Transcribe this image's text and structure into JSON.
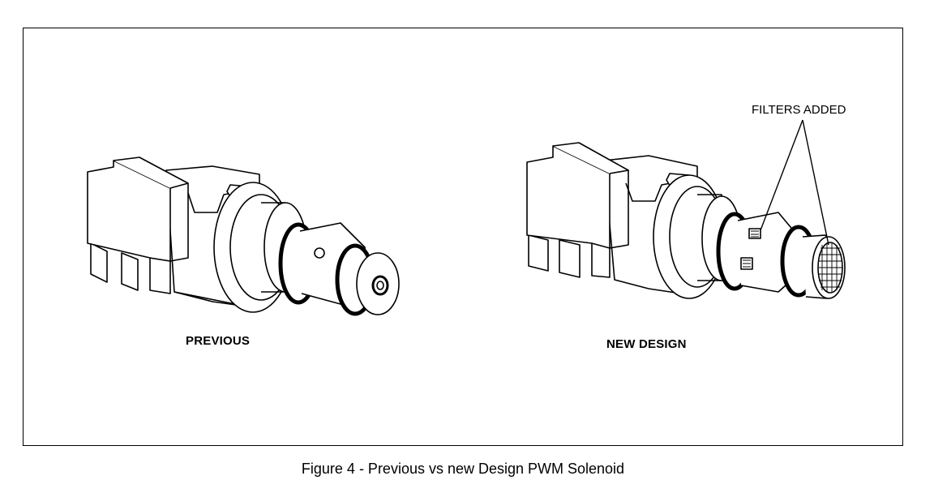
{
  "figure": {
    "caption": "Figure 4 - Previous vs new Design PWM Solenoid",
    "labels": {
      "previous": "PREVIOUS",
      "new_design": "NEW DESIGN",
      "callout": "FILTERS ADDED"
    },
    "ink_color": "#000000",
    "paper_color": "#ffffff"
  }
}
